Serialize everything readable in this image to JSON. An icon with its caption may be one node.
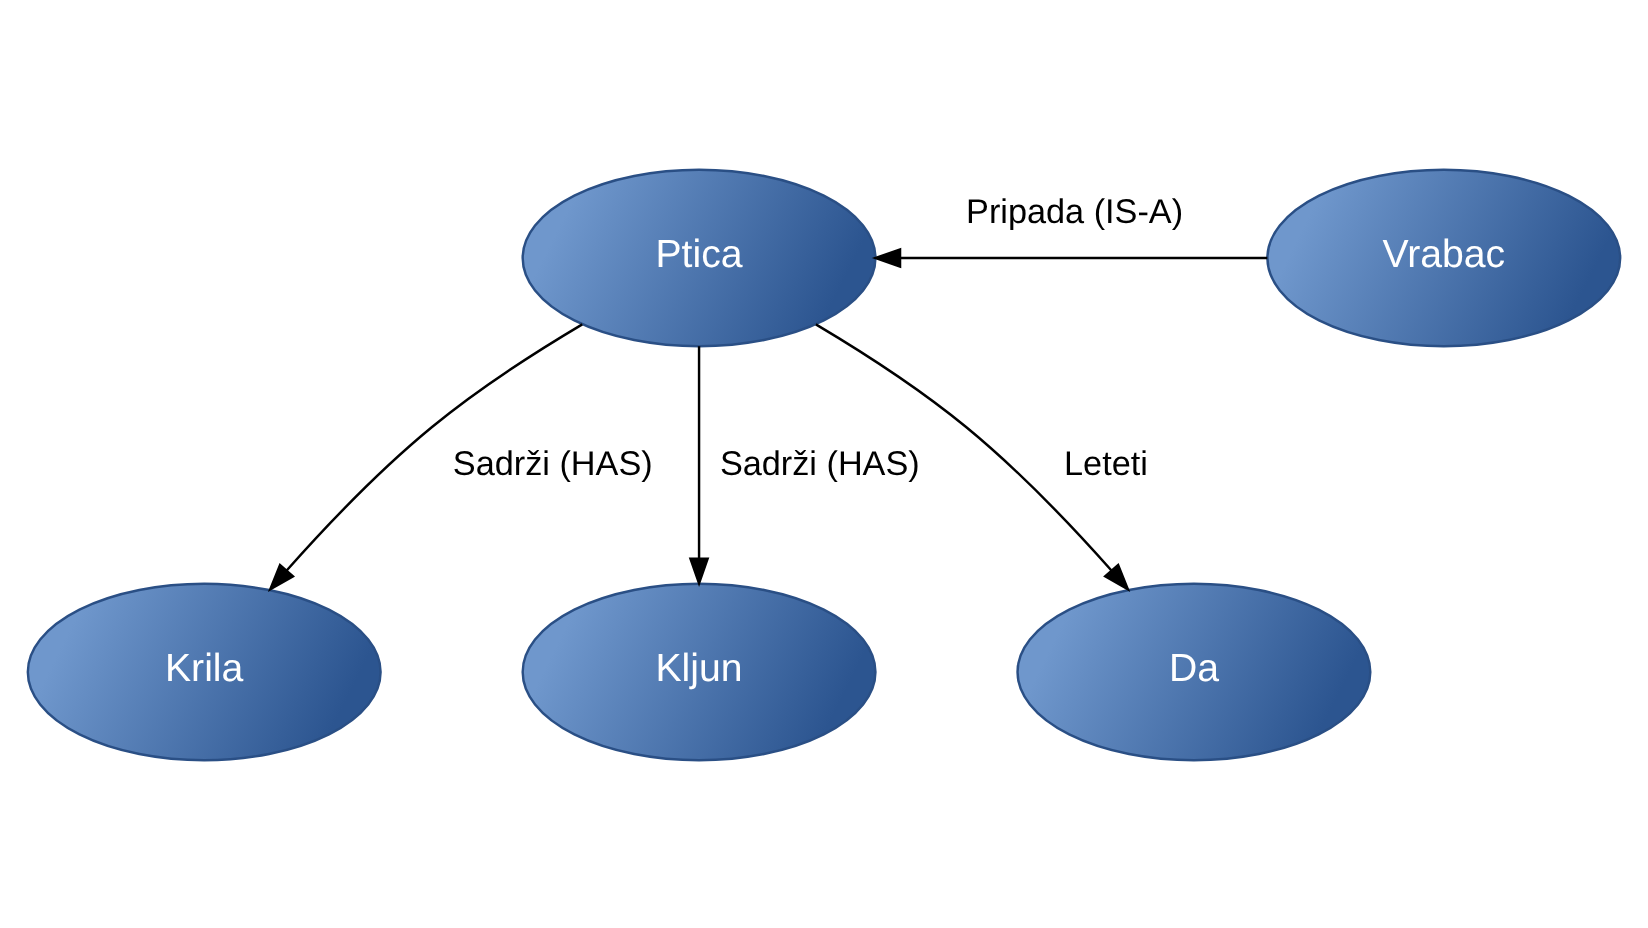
{
  "diagram": {
    "nodes": [
      {
        "text": [
          "Ptica"
        ]
      },
      {
        "text": [
          "Krila"
        ]
      },
      {
        "text": [
          "Kljun"
        ]
      },
      {
        "text": [
          "Da"
        ]
      },
      {
        "text": [
          "Vrabac"
        ]
      }
    ],
    "edges": [
      {
        "from": 0,
        "to": 1,
        "arrow": "to",
        "label": "Sadrži (HAS)"
      },
      {
        "from": 0,
        "to": 2,
        "arrow": "to",
        "label": "Sadrži (HAS)"
      },
      {
        "from": 0,
        "to": 3,
        "arrow": "to",
        "label": "Leteti"
      },
      {
        "from": 4,
        "to": 0,
        "arrow": "to",
        "label": "Pripada (IS-A)"
      }
    ]
  }
}
